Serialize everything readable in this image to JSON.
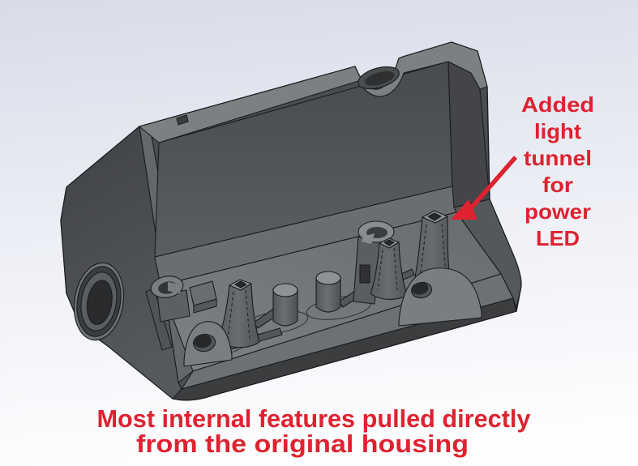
{
  "colors": {
    "accent": "#de2230",
    "background_top": "#d8dce8",
    "background_mid": "#eef0f6",
    "background_bottom": "#fdfdfe",
    "model_body": "#4a4d50",
    "model_edge": "#1b1c1e"
  },
  "annotations": {
    "callout": {
      "lines": [
        "Added",
        "light",
        "tunnel",
        "for",
        "power",
        "LED"
      ],
      "arrow_icon": "arrow-down-left"
    },
    "caption": {
      "lines": [
        "Most internal features pulled directly",
        "from the original housing"
      ]
    }
  }
}
